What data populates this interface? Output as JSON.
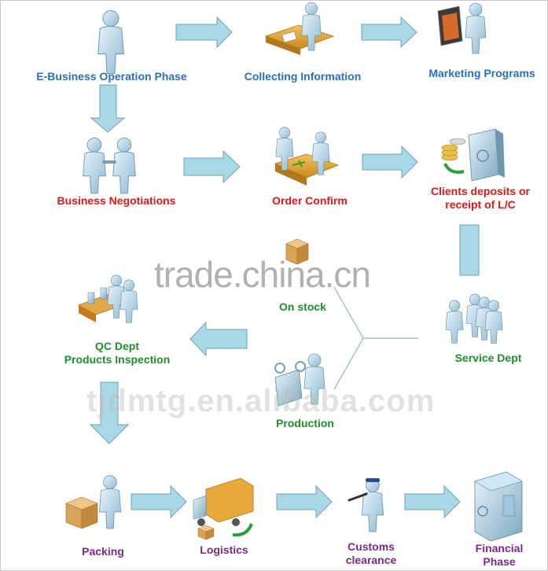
{
  "nodes": [
    {
      "id": "ebusiness",
      "label": "E-Business Operation Phase",
      "icon": "person-icon",
      "color": "#2a6fc0"
    },
    {
      "id": "collecting",
      "label": "Collecting Information",
      "icon": "desk-worker-icon",
      "color": "#2a6fc0"
    },
    {
      "id": "marketing",
      "label": "Marketing Programs",
      "icon": "presenter-icon",
      "color": "#2a6fc0"
    },
    {
      "id": "negotiations",
      "label": "Business Negotiations",
      "icon": "handshake-icon",
      "color": "#e01818"
    },
    {
      "id": "order",
      "label": "Order Confirm",
      "icon": "meeting-table-icon",
      "color": "#e01818"
    },
    {
      "id": "deposits",
      "label": "Clients deposits or",
      "label2": "receipt of L/C",
      "icon": "safe-coins-icon",
      "color": "#e01818"
    },
    {
      "id": "service",
      "label": "Service Dept",
      "icon": "group-icon",
      "color": "#1f8f2c"
    },
    {
      "id": "stock",
      "label": "On stock",
      "icon": "box-icon",
      "color": "#1f8f2c"
    },
    {
      "id": "production",
      "label": "Production",
      "icon": "factory-worker-icon",
      "color": "#1f8f2c"
    },
    {
      "id": "qc",
      "label": "QC Dept",
      "label2": "Products Inspection",
      "icon": "conveyor-icon",
      "color": "#1f8f2c"
    },
    {
      "id": "packing",
      "label": "Packing",
      "icon": "packing-icon",
      "color": "#7a2a8a"
    },
    {
      "id": "logistics",
      "label": "Logistics",
      "icon": "truck-icon",
      "color": "#7a2a8a"
    },
    {
      "id": "customs",
      "label": "Customs",
      "label2": "clearance",
      "icon": "guard-icon",
      "color": "#7a2a8a"
    },
    {
      "id": "financial",
      "label": "Financial",
      "label2": "Phase",
      "icon": "bank-icon",
      "color": "#7a2a8a"
    }
  ],
  "arrow_color": "#a9d8e6",
  "arrow_edge": "#6fa3b5",
  "watermarks": [
    "trade.china.cn",
    "tjdmtg.en.alibaba.com"
  ]
}
